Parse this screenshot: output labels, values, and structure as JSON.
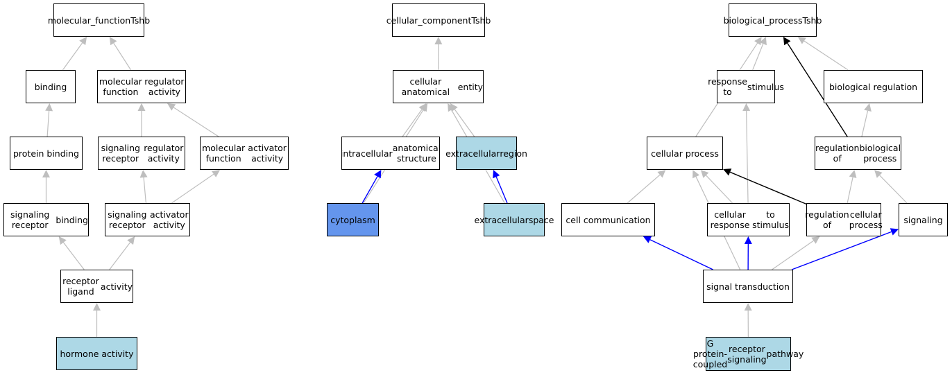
{
  "colors": {
    "node_fill": "#ffffff",
    "highlight_light": "#add8e6",
    "highlight_strong": "#6495ed",
    "edge_default": "#bebebe",
    "edge_black": "#000000",
    "edge_blue": "#0000ff"
  },
  "nodes": {
    "mf_root": {
      "lines": [
        "molecular_function",
        "Tshb"
      ],
      "fill": "white"
    },
    "binding": {
      "lines": [
        "binding"
      ],
      "fill": "white"
    },
    "mf_reg": {
      "lines": [
        "molecular function",
        "regulator activity"
      ],
      "fill": "white"
    },
    "protein_binding": {
      "lines": [
        "protein binding"
      ],
      "fill": "white"
    },
    "sig_rec_reg": {
      "lines": [
        "signaling receptor",
        "regulator activity"
      ],
      "fill": "white"
    },
    "mf_act": {
      "lines": [
        "molecular function",
        "activator activity"
      ],
      "fill": "white"
    },
    "sig_rec_binding": {
      "lines": [
        "signaling receptor",
        "binding"
      ],
      "fill": "white"
    },
    "sig_rec_act": {
      "lines": [
        "signaling receptor",
        "activator activity"
      ],
      "fill": "white"
    },
    "rec_ligand": {
      "lines": [
        "receptor ligand",
        "activity"
      ],
      "fill": "white"
    },
    "hormone": {
      "lines": [
        "hormone activity"
      ],
      "fill": "light"
    },
    "cc_root": {
      "lines": [
        "cellular_component",
        "Tshb"
      ],
      "fill": "white"
    },
    "cae": {
      "lines": [
        "cellular anatomical",
        "entity"
      ],
      "fill": "white"
    },
    "intracellular": {
      "lines": [
        "intracellular",
        "anatomical structure"
      ],
      "fill": "white"
    },
    "extracellular_region": {
      "lines": [
        "extracellular",
        "region"
      ],
      "fill": "light"
    },
    "cytoplasm": {
      "lines": [
        "cytoplasm"
      ],
      "fill": "strong"
    },
    "extracellular_space": {
      "lines": [
        "extracellular",
        "space"
      ],
      "fill": "light"
    },
    "bp_root": {
      "lines": [
        "biological_process",
        "Tshb"
      ],
      "fill": "white"
    },
    "resp_stim": {
      "lines": [
        "response to",
        "stimulus"
      ],
      "fill": "white"
    },
    "bio_reg": {
      "lines": [
        "biological regulation"
      ],
      "fill": "white"
    },
    "cell_proc": {
      "lines": [
        "cellular process"
      ],
      "fill": "white"
    },
    "reg_bio_proc": {
      "lines": [
        "regulation of",
        "biological process"
      ],
      "fill": "white"
    },
    "cell_comm": {
      "lines": [
        "cell communication"
      ],
      "fill": "white"
    },
    "cell_resp_stim": {
      "lines": [
        "cellular response",
        "to stimulus"
      ],
      "fill": "white"
    },
    "reg_cell_proc": {
      "lines": [
        "regulation of",
        "cellular process"
      ],
      "fill": "white"
    },
    "signaling": {
      "lines": [
        "signaling"
      ],
      "fill": "white"
    },
    "sig_trans": {
      "lines": [
        "signal transduction"
      ],
      "fill": "white"
    },
    "gpcr": {
      "lines": [
        "G protein-coupled",
        "receptor signaling",
        "pathway"
      ],
      "fill": "light"
    }
  },
  "edges": [
    {
      "from": "binding",
      "to": "mf_root",
      "color": "gray"
    },
    {
      "from": "mf_reg",
      "to": "mf_root",
      "color": "gray"
    },
    {
      "from": "protein_binding",
      "to": "binding",
      "color": "gray"
    },
    {
      "from": "sig_rec_reg",
      "to": "mf_reg",
      "color": "gray"
    },
    {
      "from": "mf_act",
      "to": "mf_reg",
      "color": "gray"
    },
    {
      "from": "sig_rec_binding",
      "to": "protein_binding",
      "color": "gray"
    },
    {
      "from": "sig_rec_act",
      "to": "sig_rec_reg",
      "color": "gray"
    },
    {
      "from": "sig_rec_act",
      "to": "mf_act",
      "color": "gray"
    },
    {
      "from": "rec_ligand",
      "to": "sig_rec_binding",
      "color": "gray"
    },
    {
      "from": "rec_ligand",
      "to": "sig_rec_act",
      "color": "gray"
    },
    {
      "from": "hormone",
      "to": "rec_ligand",
      "color": "gray"
    },
    {
      "from": "cae",
      "to": "cc_root",
      "color": "gray"
    },
    {
      "from": "intracellular",
      "to": "cae",
      "color": "gray"
    },
    {
      "from": "extracellular_region",
      "to": "cae",
      "color": "gray"
    },
    {
      "from": "cytoplasm",
      "to": "cae",
      "color": "gray"
    },
    {
      "from": "extracellular_space",
      "to": "cae",
      "color": "gray"
    },
    {
      "from": "cytoplasm",
      "to": "intracellular",
      "color": "blue"
    },
    {
      "from": "extracellular_space",
      "to": "extracellular_region",
      "color": "blue"
    },
    {
      "from": "cell_proc",
      "to": "bp_root",
      "color": "gray"
    },
    {
      "from": "resp_stim",
      "to": "bp_root",
      "color": "gray"
    },
    {
      "from": "bio_reg",
      "to": "bp_root",
      "color": "gray"
    },
    {
      "from": "reg_bio_proc",
      "to": "bp_root",
      "color": "black"
    },
    {
      "from": "reg_bio_proc",
      "to": "bio_reg",
      "color": "gray"
    },
    {
      "from": "cell_comm",
      "to": "cell_proc",
      "color": "gray"
    },
    {
      "from": "cell_resp_stim",
      "to": "cell_proc",
      "color": "gray"
    },
    {
      "from": "cell_resp_stim",
      "to": "resp_stim",
      "color": "gray"
    },
    {
      "from": "reg_cell_proc",
      "to": "cell_proc",
      "color": "black"
    },
    {
      "from": "reg_cell_proc",
      "to": "reg_bio_proc",
      "color": "gray"
    },
    {
      "from": "signaling",
      "to": "reg_bio_proc",
      "color": "gray"
    },
    {
      "from": "sig_trans",
      "to": "cell_proc",
      "color": "gray"
    },
    {
      "from": "sig_trans",
      "to": "cell_comm",
      "color": "blue"
    },
    {
      "from": "sig_trans",
      "to": "cell_resp_stim",
      "color": "blue"
    },
    {
      "from": "sig_trans",
      "to": "reg_cell_proc",
      "color": "gray"
    },
    {
      "from": "sig_trans",
      "to": "signaling",
      "color": "blue"
    },
    {
      "from": "gpcr",
      "to": "sig_trans",
      "color": "gray"
    }
  ]
}
